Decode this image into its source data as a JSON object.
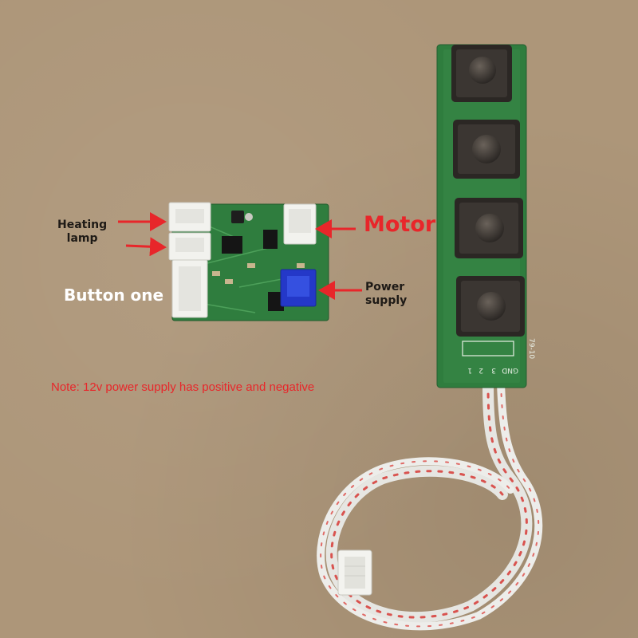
{
  "labels": {
    "heating_lamp_line1": "Heating",
    "heating_lamp_line2": "lamp",
    "button_one": "Button one",
    "motor": "Motor",
    "power_supply_line1": "Power",
    "power_supply_line2": "supply",
    "note": "Note: 12v power supply has positive and negative"
  },
  "button_board": {
    "silkscreen_code": "79-10",
    "pin_labels": [
      "GND",
      "3",
      "2",
      "1"
    ]
  },
  "colors": {
    "background": "#ad9679",
    "pcb_green": "#2f7d3e",
    "arrow_red": "#e8262a",
    "connector_blue": "#2438c8",
    "connector_white": "#f2f2ee"
  }
}
